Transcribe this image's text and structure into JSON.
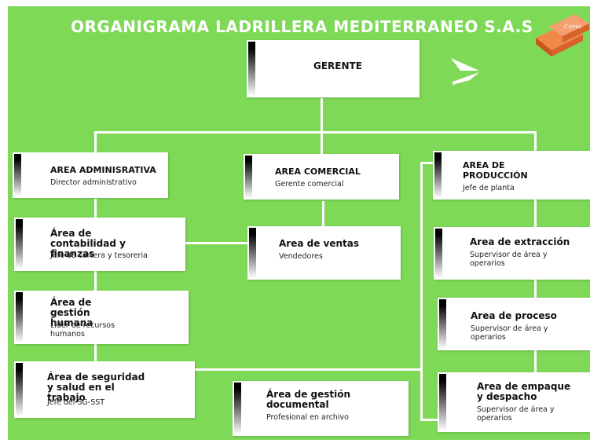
{
  "title": "ORGANIGRAMA LADRILLERA MEDITERRANEO S.A.S",
  "colors": {
    "background": "#7ed957",
    "box": "#ffffff",
    "brick": "#e8703a",
    "line": "#ffffff"
  },
  "icons": {
    "logo": "chevron-right-icon",
    "brick": "brick-icon",
    "brick_text": "Canva"
  },
  "nodes": {
    "gerente": {
      "title": "GERENTE"
    },
    "administrativa": {
      "title": "AREA ADMINISRATIVA",
      "subtitle": "Director administrativo"
    },
    "comercial": {
      "title": "AREA COMERCIAL",
      "subtitle": "Gerente comercial"
    },
    "produccion": {
      "title": "AREA DE PRODUCCIÓN",
      "subtitle": "Jefe de planta"
    },
    "contabilidad": {
      "title": "Área de contabilidad y finanzas",
      "subtitle": "Jefe de cartera y tesoreria"
    },
    "ventas": {
      "title": "Area de ventas",
      "subtitle": "Vendedores"
    },
    "extraccion": {
      "title": "Area de extracción",
      "subtitle": "Supervisor de área y operarios"
    },
    "gestion_humana": {
      "title": "Área de gestión humana",
      "subtitle": "Líder de recursos humanos"
    },
    "proceso": {
      "title": "Area de proceso",
      "subtitle": "Supervisor de área y operarios"
    },
    "seguridad": {
      "title": "Área de seguridad y salud en el trabajo",
      "subtitle": "Jefe del SG-SST"
    },
    "documental": {
      "title": "Área de gestión documental",
      "subtitle": "Profesional en archivo"
    },
    "empaque": {
      "title": "Area de empaque y despacho",
      "subtitle": "Supervisor de área y operarios"
    }
  }
}
